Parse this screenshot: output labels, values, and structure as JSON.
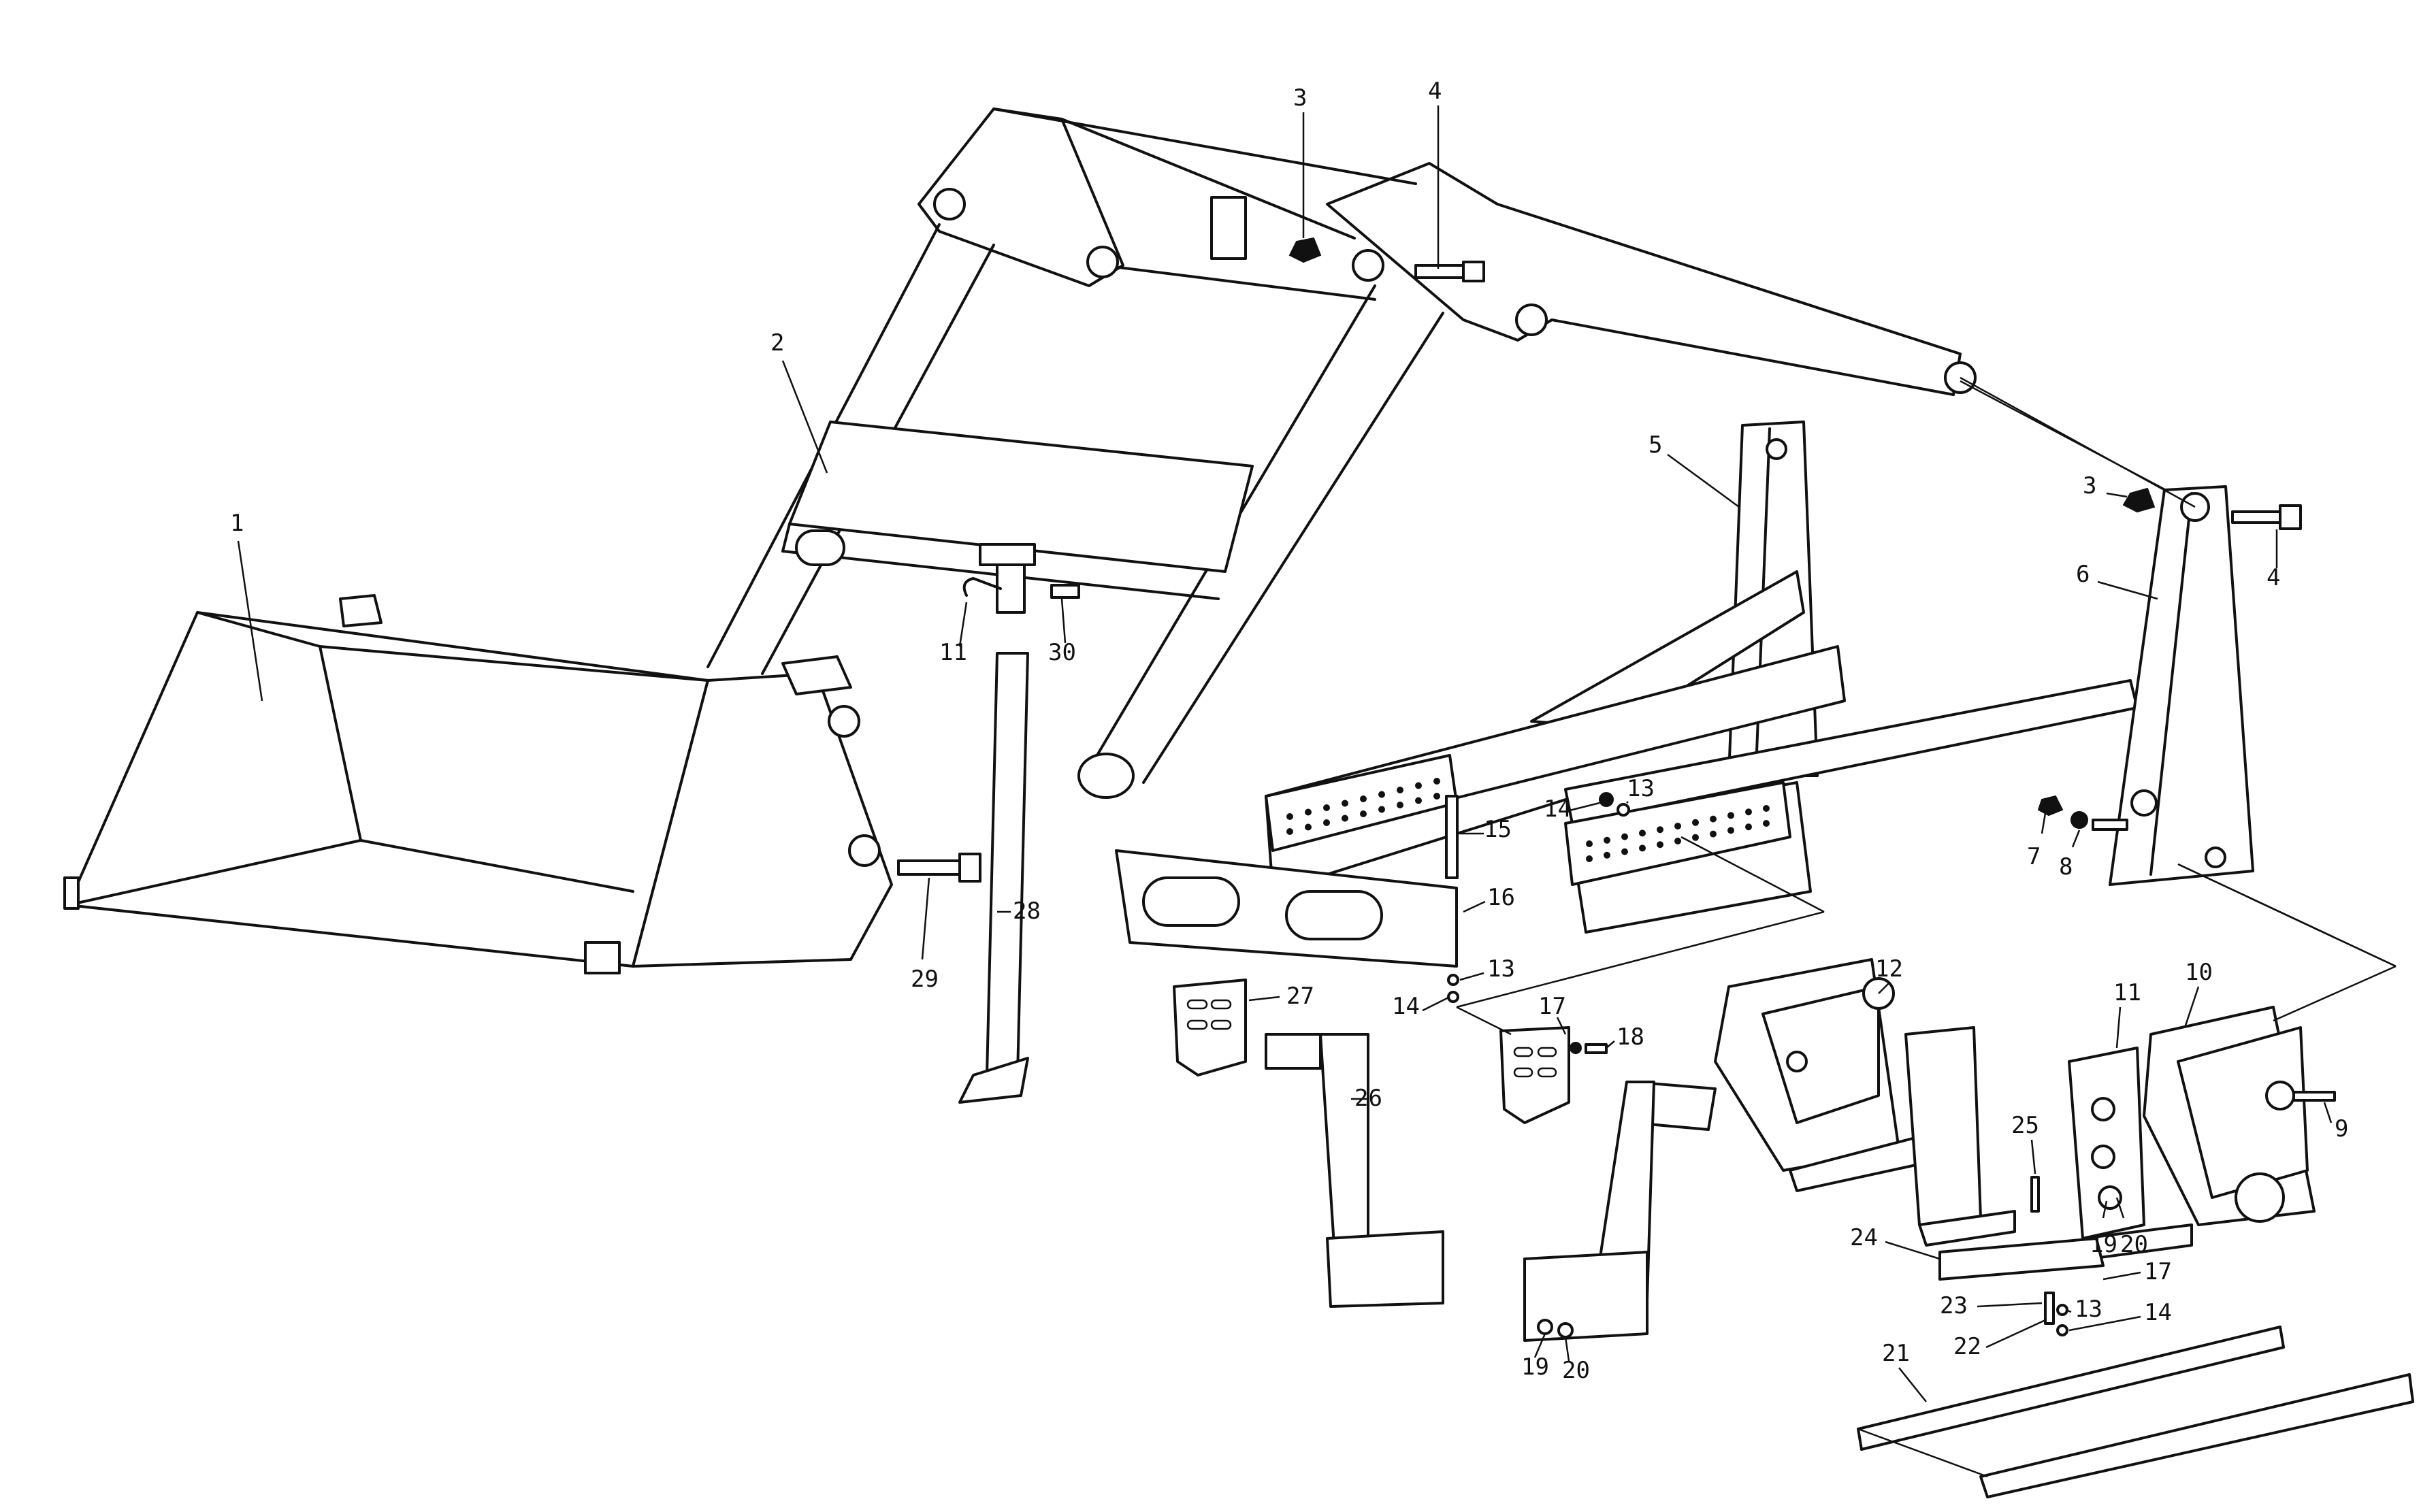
{
  "diagram": {
    "labels": [
      "1",
      "2",
      "3",
      "4",
      "5",
      "3",
      "4",
      "6",
      "11",
      "30",
      "28",
      "29",
      "14",
      "13",
      "15",
      "16",
      "13",
      "14",
      "7",
      "8",
      "12",
      "11",
      "10",
      "9",
      "27",
      "26",
      "17",
      "18",
      "25",
      "19",
      "20",
      "24",
      "17",
      "23",
      "13",
      "14",
      "22",
      "21",
      "19",
      "20"
    ]
  },
  "colors": {
    "line": "#111111",
    "background": "#ffffff"
  }
}
